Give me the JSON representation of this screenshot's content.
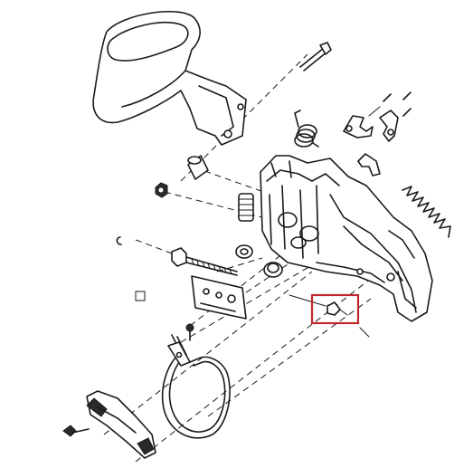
{
  "diagram": {
    "background": "#ffffff",
    "line_color": "#1a1a1a",
    "highlight_color": "#c0282d",
    "parts": [
      {
        "name": "chain-guard-handle"
      },
      {
        "name": "top-pin"
      },
      {
        "name": "torsion-spring"
      },
      {
        "name": "brake-lever"
      },
      {
        "name": "brake-lever-bracket"
      },
      {
        "name": "small-pins"
      },
      {
        "name": "latch-clip"
      },
      {
        "name": "coil-spring-right"
      },
      {
        "name": "spacer-sleeve"
      },
      {
        "name": "hex-nut"
      },
      {
        "name": "coil-spring-left"
      },
      {
        "name": "clutch-cover-housing"
      },
      {
        "name": "washer"
      },
      {
        "name": "bushing"
      },
      {
        "name": "retaining-ring"
      },
      {
        "name": "tensioner-screw"
      },
      {
        "name": "guide-plate"
      },
      {
        "name": "small-screw"
      },
      {
        "name": "highlighted-pin"
      },
      {
        "name": "brake-band"
      },
      {
        "name": "chain-catcher"
      },
      {
        "name": "bottom-screw"
      }
    ]
  }
}
